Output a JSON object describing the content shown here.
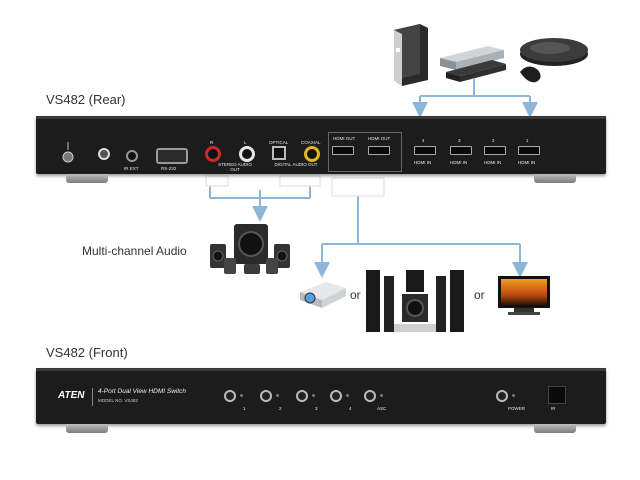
{
  "rear": {
    "title": "VS482 (Rear)",
    "port_labels": {
      "ir_ext": "IR EXT",
      "rs232": "RS-232",
      "stereo_r": "R",
      "stereo_l": "L",
      "stereo_out": "STEREO AUDIO OUT",
      "optical": "OPTICAL",
      "coaxial": "COAXIAL",
      "digital_out": "DIGITAL AUDIO OUT",
      "hdmi_out_1": "HDMI OUT",
      "hdmi_out_2": "HDMI OUT",
      "hdmi_in": [
        "4",
        "3",
        "2",
        "1"
      ],
      "hdmi_in_label": "HDMI IN"
    }
  },
  "front": {
    "title": "VS482 (Front)",
    "brand": "ATEN",
    "product_name": "4-Port Dual View HDMI Switch",
    "model": "MODEL NO. VS482",
    "button_labels": [
      "1",
      "2",
      "3",
      "4",
      "ASC"
    ],
    "power_label": "POWER",
    "ir_label": "IR"
  },
  "audio_label": "Multi-channel Audio",
  "or_labels": [
    "or",
    "or"
  ],
  "icons": [
    "pc-tower-icon",
    "dvd-player-icon",
    "game-console-icon",
    "speaker-system-icon",
    "projector-icon",
    "home-theater-icon",
    "tv-icon"
  ],
  "colors": {
    "arrow": "#8db6d8",
    "unit": "#1c1c1c",
    "foot": "#9e9e9e"
  }
}
